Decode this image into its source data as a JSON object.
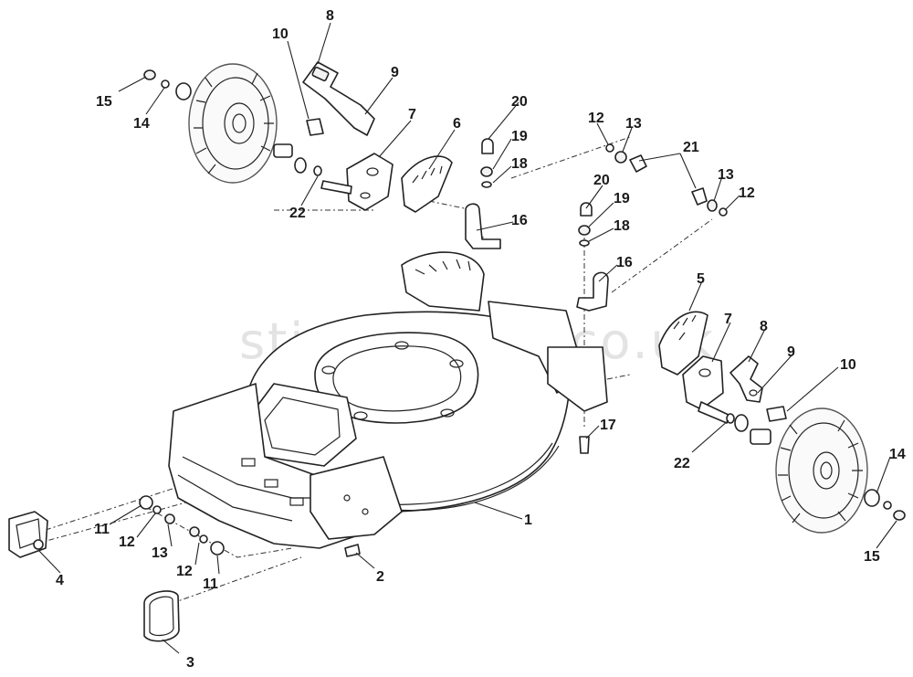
{
  "watermark": "stigaspares.co.uk",
  "callouts": {
    "c1": "1",
    "c2": "2",
    "c3": "3",
    "c4": "4",
    "c5": "5",
    "c6": "6",
    "c7a": "7",
    "c7b": "7",
    "c8a": "8",
    "c8b": "8",
    "c9a": "9",
    "c9b": "9",
    "c10a": "10",
    "c10b": "10",
    "c11a": "11",
    "c11b": "11",
    "c12a": "12",
    "c12b": "12",
    "c12c": "12",
    "c12d": "12",
    "c13a": "13",
    "c13b": "13",
    "c13c": "13",
    "c14a": "14",
    "c14b": "14",
    "c15a": "15",
    "c15b": "15",
    "c16a": "16",
    "c16b": "16",
    "c17": "17",
    "c18a": "18",
    "c18b": "18",
    "c19a": "19",
    "c19b": "19",
    "c20a": "20",
    "c20b": "20",
    "c21": "21",
    "c22a": "22",
    "c22b": "22"
  }
}
